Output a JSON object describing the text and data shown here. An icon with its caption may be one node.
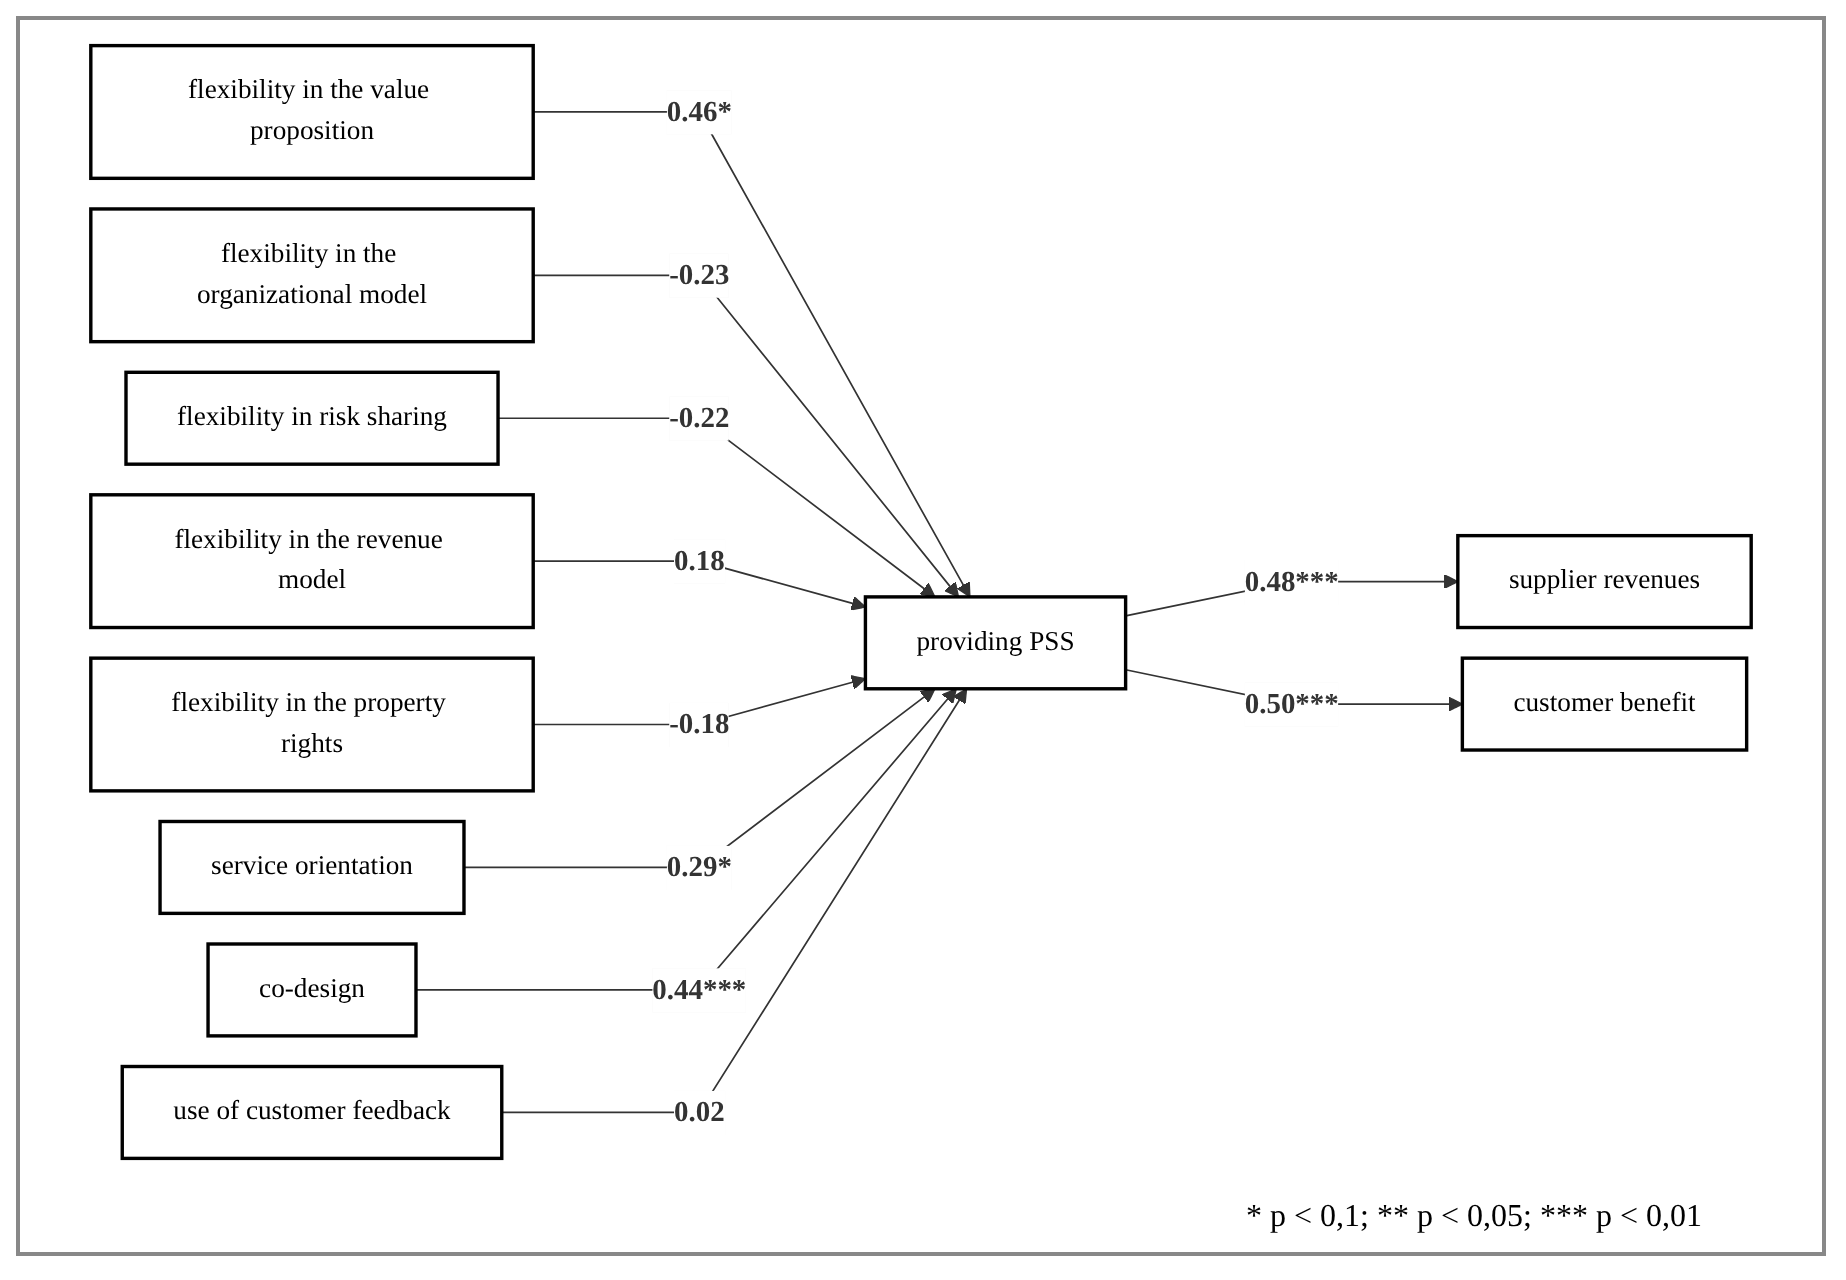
{
  "diagram": {
    "nodes": [
      {
        "text": [
          "flexibility in the value proposition"
        ]
      },
      {
        "text": [
          "flexibility in the organizational model"
        ]
      },
      {
        "text": [
          "flexibility in risk sharing"
        ]
      },
      {
        "text": [
          "flexibility in the revenue model"
        ]
      },
      {
        "text": [
          "flexibility in the property rights"
        ]
      },
      {
        "text": [
          "service orientation"
        ]
      },
      {
        "text": [
          "co-design"
        ]
      },
      {
        "text": [
          "use of customer feedback"
        ]
      },
      {
        "text": [
          "providing PSS"
        ]
      },
      {
        "text": [
          "supplier revenues"
        ]
      },
      {
        "text": [
          "customer benefit"
        ]
      }
    ],
    "edges": [
      {
        "from": 0,
        "to": 8,
        "arrow": "to",
        "label": "0.46*"
      },
      {
        "from": 1,
        "to": 8,
        "arrow": "to",
        "label": "-0.23"
      },
      {
        "from": 2,
        "to": 8,
        "arrow": "to",
        "label": "-0.22"
      },
      {
        "from": 3,
        "to": 8,
        "arrow": "to",
        "label": "0.18"
      },
      {
        "from": 4,
        "to": 8,
        "arrow": "to",
        "label": "-0.18"
      },
      {
        "from": 5,
        "to": 8,
        "arrow": "to",
        "label": "0.29*"
      },
      {
        "from": 6,
        "to": 8,
        "arrow": "to",
        "label": "0.44***"
      },
      {
        "from": 7,
        "to": 8,
        "arrow": "to",
        "label": "0.02"
      },
      {
        "from": 8,
        "to": 9,
        "arrow": "to",
        "label": "0.48***"
      },
      {
        "from": 8,
        "to": 10,
        "arrow": "to",
        "label": "0.50***"
      }
    ],
    "labels": [
      "* p < 0,1; ** p < 0,05; *** p < 0,01"
    ]
  }
}
